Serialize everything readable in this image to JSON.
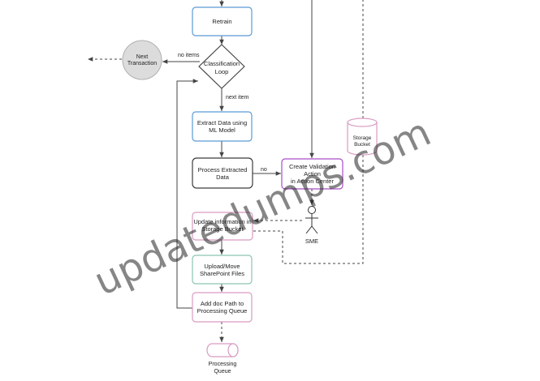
{
  "nodes": {
    "retrain": {
      "lines": [
        "Retrain"
      ]
    },
    "classification_loop": {
      "lines": [
        "Classification",
        "Loop"
      ]
    },
    "next_transaction": {
      "lines": [
        "Next",
        "Transaction"
      ]
    },
    "extract_data": {
      "lines": [
        "Extract Data using",
        "ML Model"
      ]
    },
    "process_extracted": {
      "lines": [
        "Process Extracted",
        "Data"
      ]
    },
    "create_validation": {
      "lines": [
        "Create Validation",
        "Action",
        "in Action Center"
      ]
    },
    "storage_bucket_db": {
      "lines": [
        "Storage",
        "Bucket"
      ]
    },
    "update_information": {
      "lines": [
        "Update information in",
        "Storage Bucket"
      ]
    },
    "upload_move": {
      "lines": [
        "Upload/Move",
        "SharePoint Files"
      ]
    },
    "add_doc_path": {
      "lines": [
        "Add doc Path to",
        "Processing Queue"
      ]
    },
    "processing_queue": {
      "lines": [
        "Processing",
        "Queue"
      ]
    },
    "sme_actor": {
      "lines": [
        "SME"
      ]
    }
  },
  "edge_labels": {
    "no_items": "no items",
    "next_item": "next item",
    "no": "no"
  },
  "watermark": "updatedumps.com",
  "colors": {
    "blue_stroke": "#5b9bd5",
    "dark_stroke": "#3c3c3c",
    "purple_stroke": "#a64dc7",
    "pink_stroke": "#d99bc2",
    "teal_stroke": "#8ac4b0",
    "grey_node": "#dcdcdc",
    "grey_stroke": "#b0b0b0",
    "edge": "#444444",
    "watermark": "#b9b9b9"
  }
}
